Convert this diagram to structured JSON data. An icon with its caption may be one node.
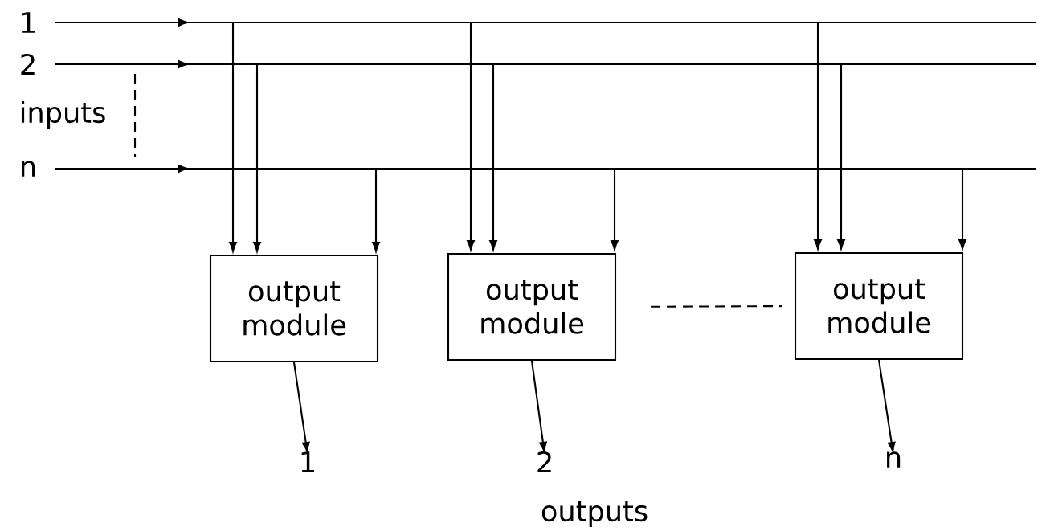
{
  "diagram": {
    "nodes": [
      {
        "text": [
          "1"
        ]
      },
      {
        "text": [
          "2"
        ]
      },
      {
        "text": [
          "n"
        ]
      },
      {
        "text": [
          "output module"
        ]
      },
      {
        "text": [
          "output module"
        ]
      },
      {
        "text": [
          "output module"
        ]
      },
      {
        "text": [
          "1"
        ]
      },
      {
        "text": [
          "2"
        ]
      },
      {
        "text": [
          "n"
        ]
      }
    ],
    "edges": [
      {
        "from": 0,
        "to": 3,
        "arrow": "to"
      },
      {
        "from": 1,
        "to": 3,
        "arrow": "to"
      },
      {
        "from": 2,
        "to": 3,
        "arrow": "to"
      },
      {
        "from": 0,
        "to": 4,
        "arrow": "to"
      },
      {
        "from": 1,
        "to": 4,
        "arrow": "to"
      },
      {
        "from": 2,
        "to": 4,
        "arrow": "to"
      },
      {
        "from": 0,
        "to": 5,
        "arrow": "to"
      },
      {
        "from": 1,
        "to": 5,
        "arrow": "to"
      },
      {
        "from": 2,
        "to": 5,
        "arrow": "to"
      },
      {
        "from": 3,
        "to": 6,
        "arrow": "to"
      },
      {
        "from": 4,
        "to": 7,
        "arrow": "to"
      },
      {
        "from": 5,
        "to": 8,
        "arrow": "to"
      },
      {
        "from": 4,
        "to": 5,
        "arrow": "none",
        "style": "dashed"
      }
    ],
    "labels": [
      "inputs",
      "outputs"
    ]
  }
}
